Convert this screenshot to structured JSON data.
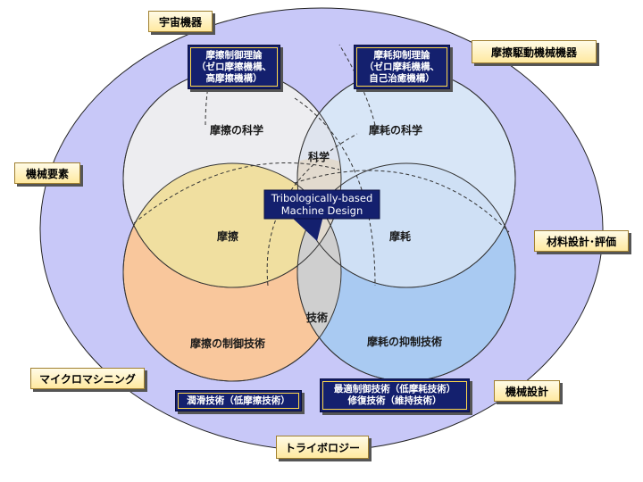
{
  "outer_labels": {
    "space": "宇宙機器",
    "friction_drive": "摩擦駆動機械機器",
    "machine_elements": "機械要素",
    "materials": "材料設計･評価",
    "micromachining": "マイクロマシニング",
    "machine_design": "機械設計",
    "tribology": "トライボロジー"
  },
  "theory_boxes": {
    "friction_control": [
      "摩擦制御理論",
      "（ゼロ摩擦機構、",
      "高摩擦機構）"
    ],
    "wear_suppression": [
      "摩耗抑制理論",
      "（ゼロ摩耗機構、",
      "自己治癒機構）"
    ]
  },
  "tech_boxes": {
    "lubrication": "潤滑技術（低摩擦技術）",
    "optimal_control": [
      "最適制御技術（低摩耗技術）",
      "修復技術（維持技術）"
    ]
  },
  "circle_labels": {
    "friction_science": "摩擦の科学",
    "wear_science": "摩耗の科学",
    "science": "科学",
    "friction": "摩擦",
    "wear": "摩耗",
    "technology": "技術",
    "friction_control_tech": "摩擦の制御技術",
    "wear_suppression_tech": "摩耗の抑制技術"
  },
  "callout": [
    "Tribologically-based",
    "Machine Design"
  ],
  "colors": {
    "outer": "#c8c8f8",
    "science_circle": "#eaeaf4",
    "friction_circle": "#f0dfa0",
    "wear_circle": "#cfe0f5",
    "friction_control_circle": "#f9c79c",
    "wear_suppression_circle": "#a9caf2",
    "center": "#d2d2d2",
    "box": "#14206e",
    "label_fill": "#ffeaa0"
  }
}
